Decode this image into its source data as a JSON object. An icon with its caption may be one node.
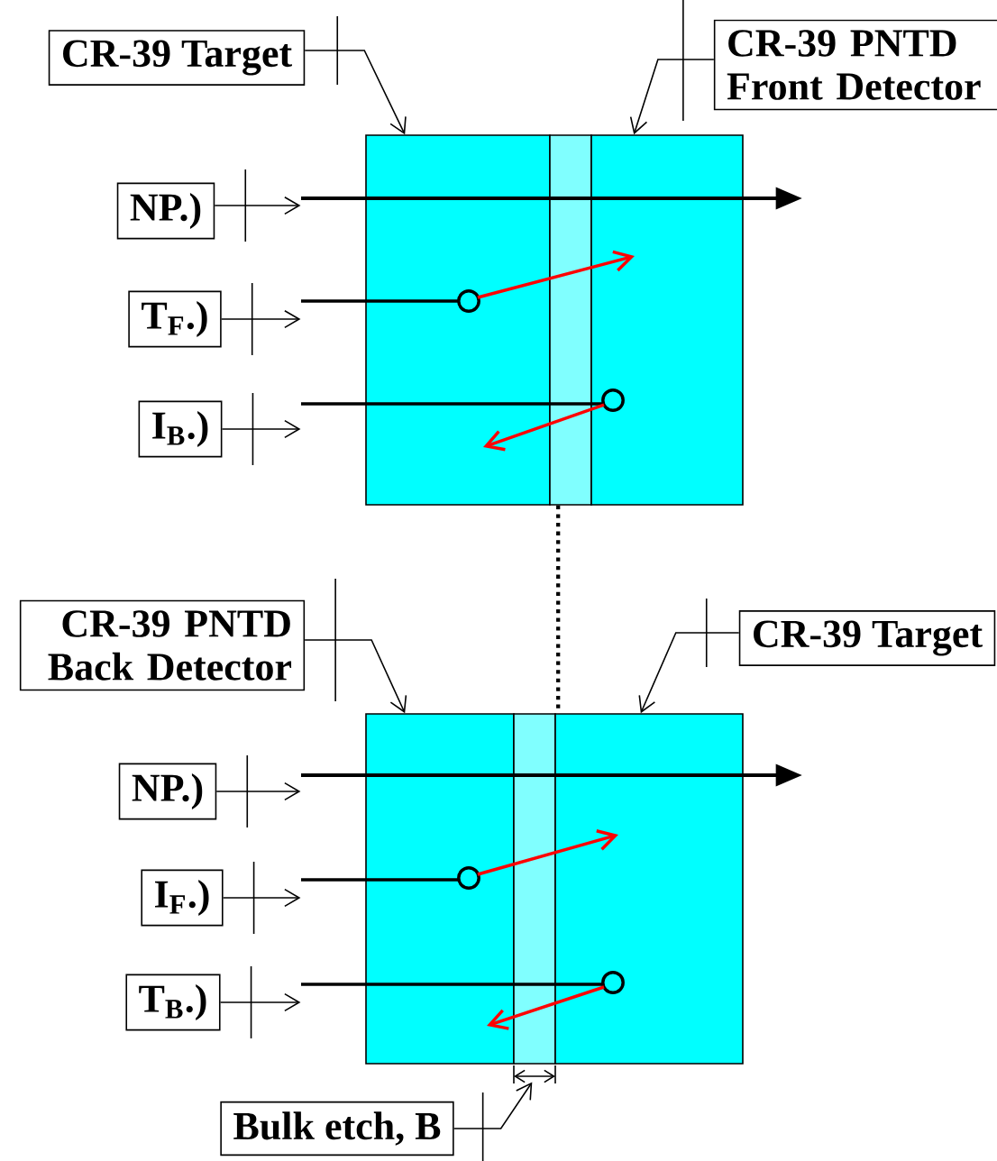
{
  "diagram": {
    "nodes": [
      {
        "text": [
          "CR-39 Target"
        ]
      },
      {
        "text": [
          "CR-39 PNTD Front Detector"
        ]
      },
      {
        "text": [],
        "shape": "box"
      },
      {
        "text": [],
        "shape": "box"
      },
      {
        "text": [],
        "shape": "box"
      },
      {
        "text": [
          "NP.)"
        ]
      },
      {
        "text": [
          "T$_{F}$.)"
        ]
      },
      {
        "text": [
          "I$_{B}$.)"
        ]
      },
      {
        "text": [
          "CR-39 PNTD Back Detector"
        ]
      },
      {
        "text": [
          "CR-39 Target"
        ]
      },
      {
        "text": [],
        "shape": "box"
      },
      {
        "text": [],
        "shape": "box"
      },
      {
        "text": [],
        "shape": "box"
      },
      {
        "text": [
          "NP.)"
        ]
      },
      {
        "text": [
          "I$_{F}$.)"
        ]
      },
      {
        "text": [
          "T$_{B}$.)"
        ]
      },
      {
        "text": [
          "Bulk etch, B"
        ]
      },
      {
        "text": [],
        "shape": "picture"
      },
      {
        "text": [],
        "shape": "picture"
      },
      {
        "text": [],
        "shape": "picture"
      },
      {
        "text": [],
        "shape": "picture"
      },
      {
        "text": [],
        "shape": "picture"
      },
      {
        "text": [],
        "shape": "picture"
      },
      {
        "text": [],
        "shape": "bar"
      }
    ],
    "edges": [
      {
        "from": 0,
        "to": 2,
        "arrow": "to"
      },
      {
        "from": 1,
        "to": 4,
        "arrow": "to"
      },
      {
        "from": 5,
        "to": 17,
        "arrow": "to"
      },
      {
        "from": 6,
        "to": 18,
        "arrow": "to"
      },
      {
        "from": 7,
        "to": 19,
        "arrow": "to"
      },
      {
        "from": 3,
        "to": 12,
        "arrow": "none",
        "style": "dashed"
      },
      {
        "from": 8,
        "to": 10,
        "arrow": "to"
      },
      {
        "from": 9,
        "to": 12,
        "arrow": "to"
      },
      {
        "from": 13,
        "to": 20,
        "arrow": "to"
      },
      {
        "from": 14,
        "to": 21,
        "arrow": "to"
      },
      {
        "from": 15,
        "to": 22,
        "arrow": "to"
      },
      {
        "from": 16,
        "to": 23,
        "arrow": "to"
      }
    ]
  }
}
